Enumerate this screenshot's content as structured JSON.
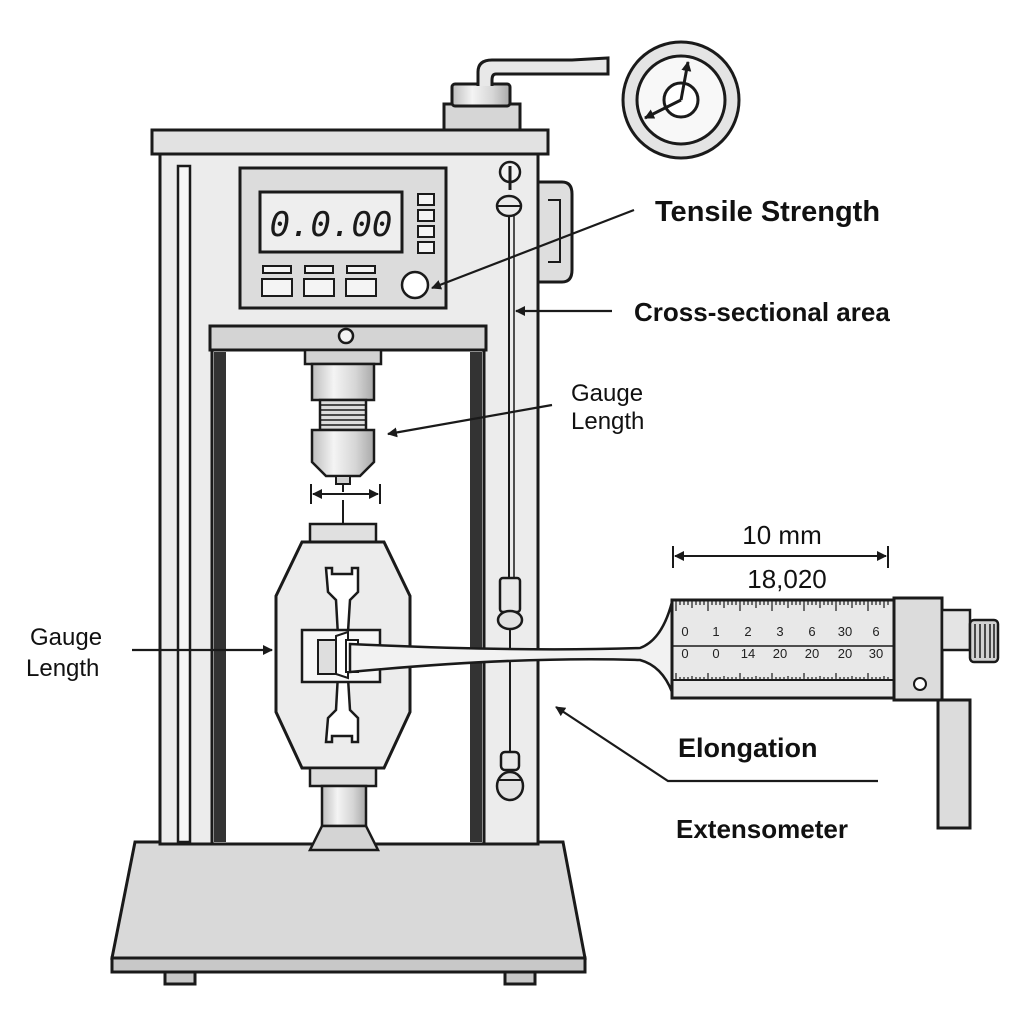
{
  "diagram": {
    "labels": {
      "tensile_strength": "Tensile Strength",
      "cross_sectional_area": "Cross-sectional area",
      "gauge_length_upper_line1": "Gauge",
      "gauge_length_upper_line2": "Length",
      "gauge_length_left_line1": "Gauge",
      "gauge_length_left_line2": "Length",
      "elongation": "Elongation",
      "extensometer": "Extensometer"
    },
    "display": {
      "reading": "0.0.00"
    },
    "extensometer": {
      "span_label": "10 mm",
      "reading": "18,020",
      "scale_top": [
        "0",
        "1",
        "2",
        "3",
        "6",
        "30",
        "6"
      ],
      "scale_bottom": [
        "0",
        "0",
        "14",
        "20",
        "20",
        "20",
        "30"
      ]
    },
    "colors": {
      "stroke": "#1a1a1a",
      "metal_light": "#e6e6e6",
      "metal_mid": "#cfcfcf",
      "lcd_bg": "#eeeeee"
    }
  }
}
